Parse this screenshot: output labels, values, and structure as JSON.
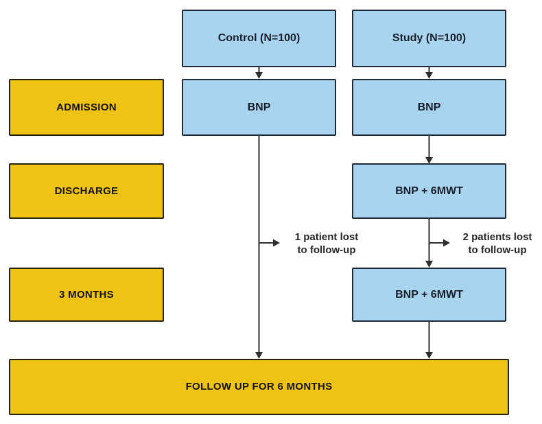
{
  "groups": {
    "control": {
      "label": "Control (N=100)",
      "admission_test": "BNP",
      "attrition_line1": "1 patient lost",
      "attrition_line2": "to follow-up"
    },
    "study": {
      "label": "Study (N=100)",
      "admission_test": "BNP",
      "discharge_test": "BNP + 6MWT",
      "three_month_test": "BNP + 6MWT",
      "attrition_line1": "2 patients lost",
      "attrition_line2": "to follow-up"
    }
  },
  "timeline": {
    "admission": "ADMISSION",
    "discharge": "DISCHARGE",
    "three_months": "3 MONTHS"
  },
  "footer": {
    "label": "FOLLOW UP FOR 6 MONTHS"
  },
  "colors": {
    "box_blue": "#a9d4f0",
    "box_blue_border": "#1d2b36",
    "box_yellow": "#efc313",
    "box_yellow_border": "#26210f",
    "connector": "#2e2e2e",
    "text_dark": "#17202a"
  }
}
